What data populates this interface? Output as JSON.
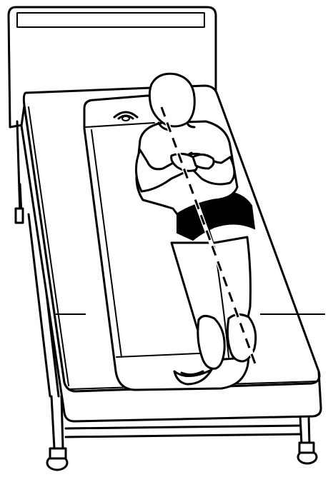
{
  "figure": {
    "subject": "patient-lying-on-slide-sheet-on-bed",
    "colors": {
      "line": "#000000",
      "background": "#ffffff",
      "fill": "#000000"
    },
    "icons": {
      "head_handle": "handle-loop-icon",
      "foot_handle": "handle-loop-icon"
    },
    "elements": {
      "bed": "hospital-bed",
      "sheet": "slide-sheet",
      "patient": "patient-figure",
      "centerline": "dashed-center-line",
      "guide_lines": "horizontal-guide-lines"
    }
  }
}
